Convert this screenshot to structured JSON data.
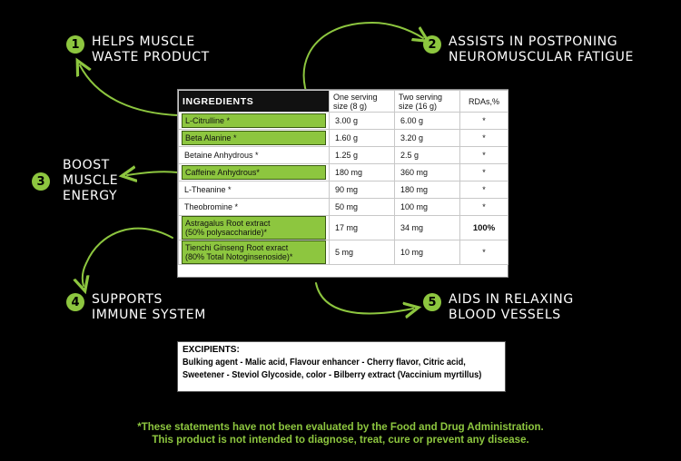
{
  "colors": {
    "background": "#000000",
    "accent": "#8dc63f",
    "table_bg": "#ffffff"
  },
  "benefits": [
    {
      "number": "1",
      "line1": "HELPS MUSCLE",
      "line2": "WASTE PRODUCT"
    },
    {
      "number": "2",
      "line1": "ASSISTS IN POSTPONING",
      "line2": "NEUROMUSCULAR FATIGUE"
    },
    {
      "number": "3",
      "line1": "BOOST",
      "line2": "MUSCLE",
      "line3": "ENERGY"
    },
    {
      "number": "4",
      "line1": "SUPPORTS",
      "line2": "IMMUNE SYSTEM"
    },
    {
      "number": "5",
      "line1": "AIDS IN RELAXING",
      "line2": "BLOOD VESSELS"
    }
  ],
  "table": {
    "headers": {
      "ingredients": "INGREDIENTS",
      "serving1_line1": "One serving",
      "serving1_line2": "size (8 g)",
      "serving2_line1": "Two serving",
      "serving2_line2": "size (16 g)",
      "rdas": "RDAs,%"
    },
    "rows": [
      {
        "name": "L-Citrulline *",
        "one": "3.00 g",
        "two": "6.00 g",
        "rda": "*",
        "highlight": true
      },
      {
        "name": "Beta Alanine *",
        "one": "1.60 g",
        "two": "3.20 g",
        "rda": "*",
        "highlight": true
      },
      {
        "name": "Betaine Anhydrous *",
        "one": "1.25 g",
        "two": "2.5 g",
        "rda": "*",
        "highlight": false
      },
      {
        "name": "Caffeine Anhydrous*",
        "one": "180 mg",
        "two": "360 mg",
        "rda": "*",
        "highlight": true
      },
      {
        "name": "L-Theanine *",
        "one": "90 mg",
        "two": "180 mg",
        "rda": "*",
        "highlight": false
      },
      {
        "name": "Theobromine *",
        "one": "50 mg",
        "two": "100 mg",
        "rda": "*",
        "highlight": false
      },
      {
        "name_line1": "Astragalus Root extract",
        "name_line2": "(50% polysaccharide)*",
        "one": "17 mg",
        "two": "34 mg",
        "rda": "100%",
        "highlight": true
      },
      {
        "name_line1": "Tienchi Ginseng Root exract",
        "name_line2": "(80% Total Notoginsenoside)*",
        "one": "5 mg",
        "two": "10 mg",
        "rda": "*",
        "highlight": true
      }
    ]
  },
  "excipients": {
    "title": "EXCIPIENTS:",
    "line1": "Bulking agent - Malic acid, Flavour enhancer - Cherry flavor, Citric acid,",
    "line2": "Sweetener - Steviol Glycoside, color - Bilberry extract (Vaccinium myrtillus)"
  },
  "disclaimer": {
    "line1": "*These statements have not been evaluated by the Food and Drug Administration.",
    "line2": "This product is not intended to diagnose, treat, cure or prevent any disease."
  }
}
